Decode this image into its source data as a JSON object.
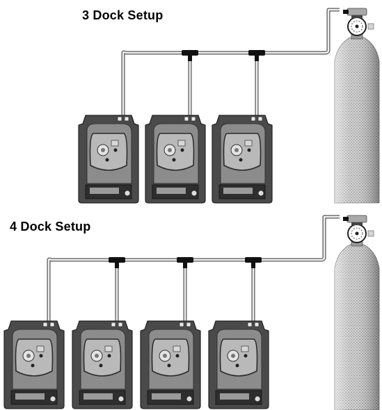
{
  "setups": [
    {
      "title": "3 Dock Setup",
      "dock_count": 3
    },
    {
      "title": "4 Dock Setup",
      "dock_count": 4
    }
  ],
  "colors": {
    "dock_body": "#4a4a4a",
    "dock_inner": "#8c8c8c",
    "tube": "#f0f0f0",
    "tube_outline": "#555555",
    "tee": "#111111",
    "cylinder": "#c8c8c8"
  }
}
